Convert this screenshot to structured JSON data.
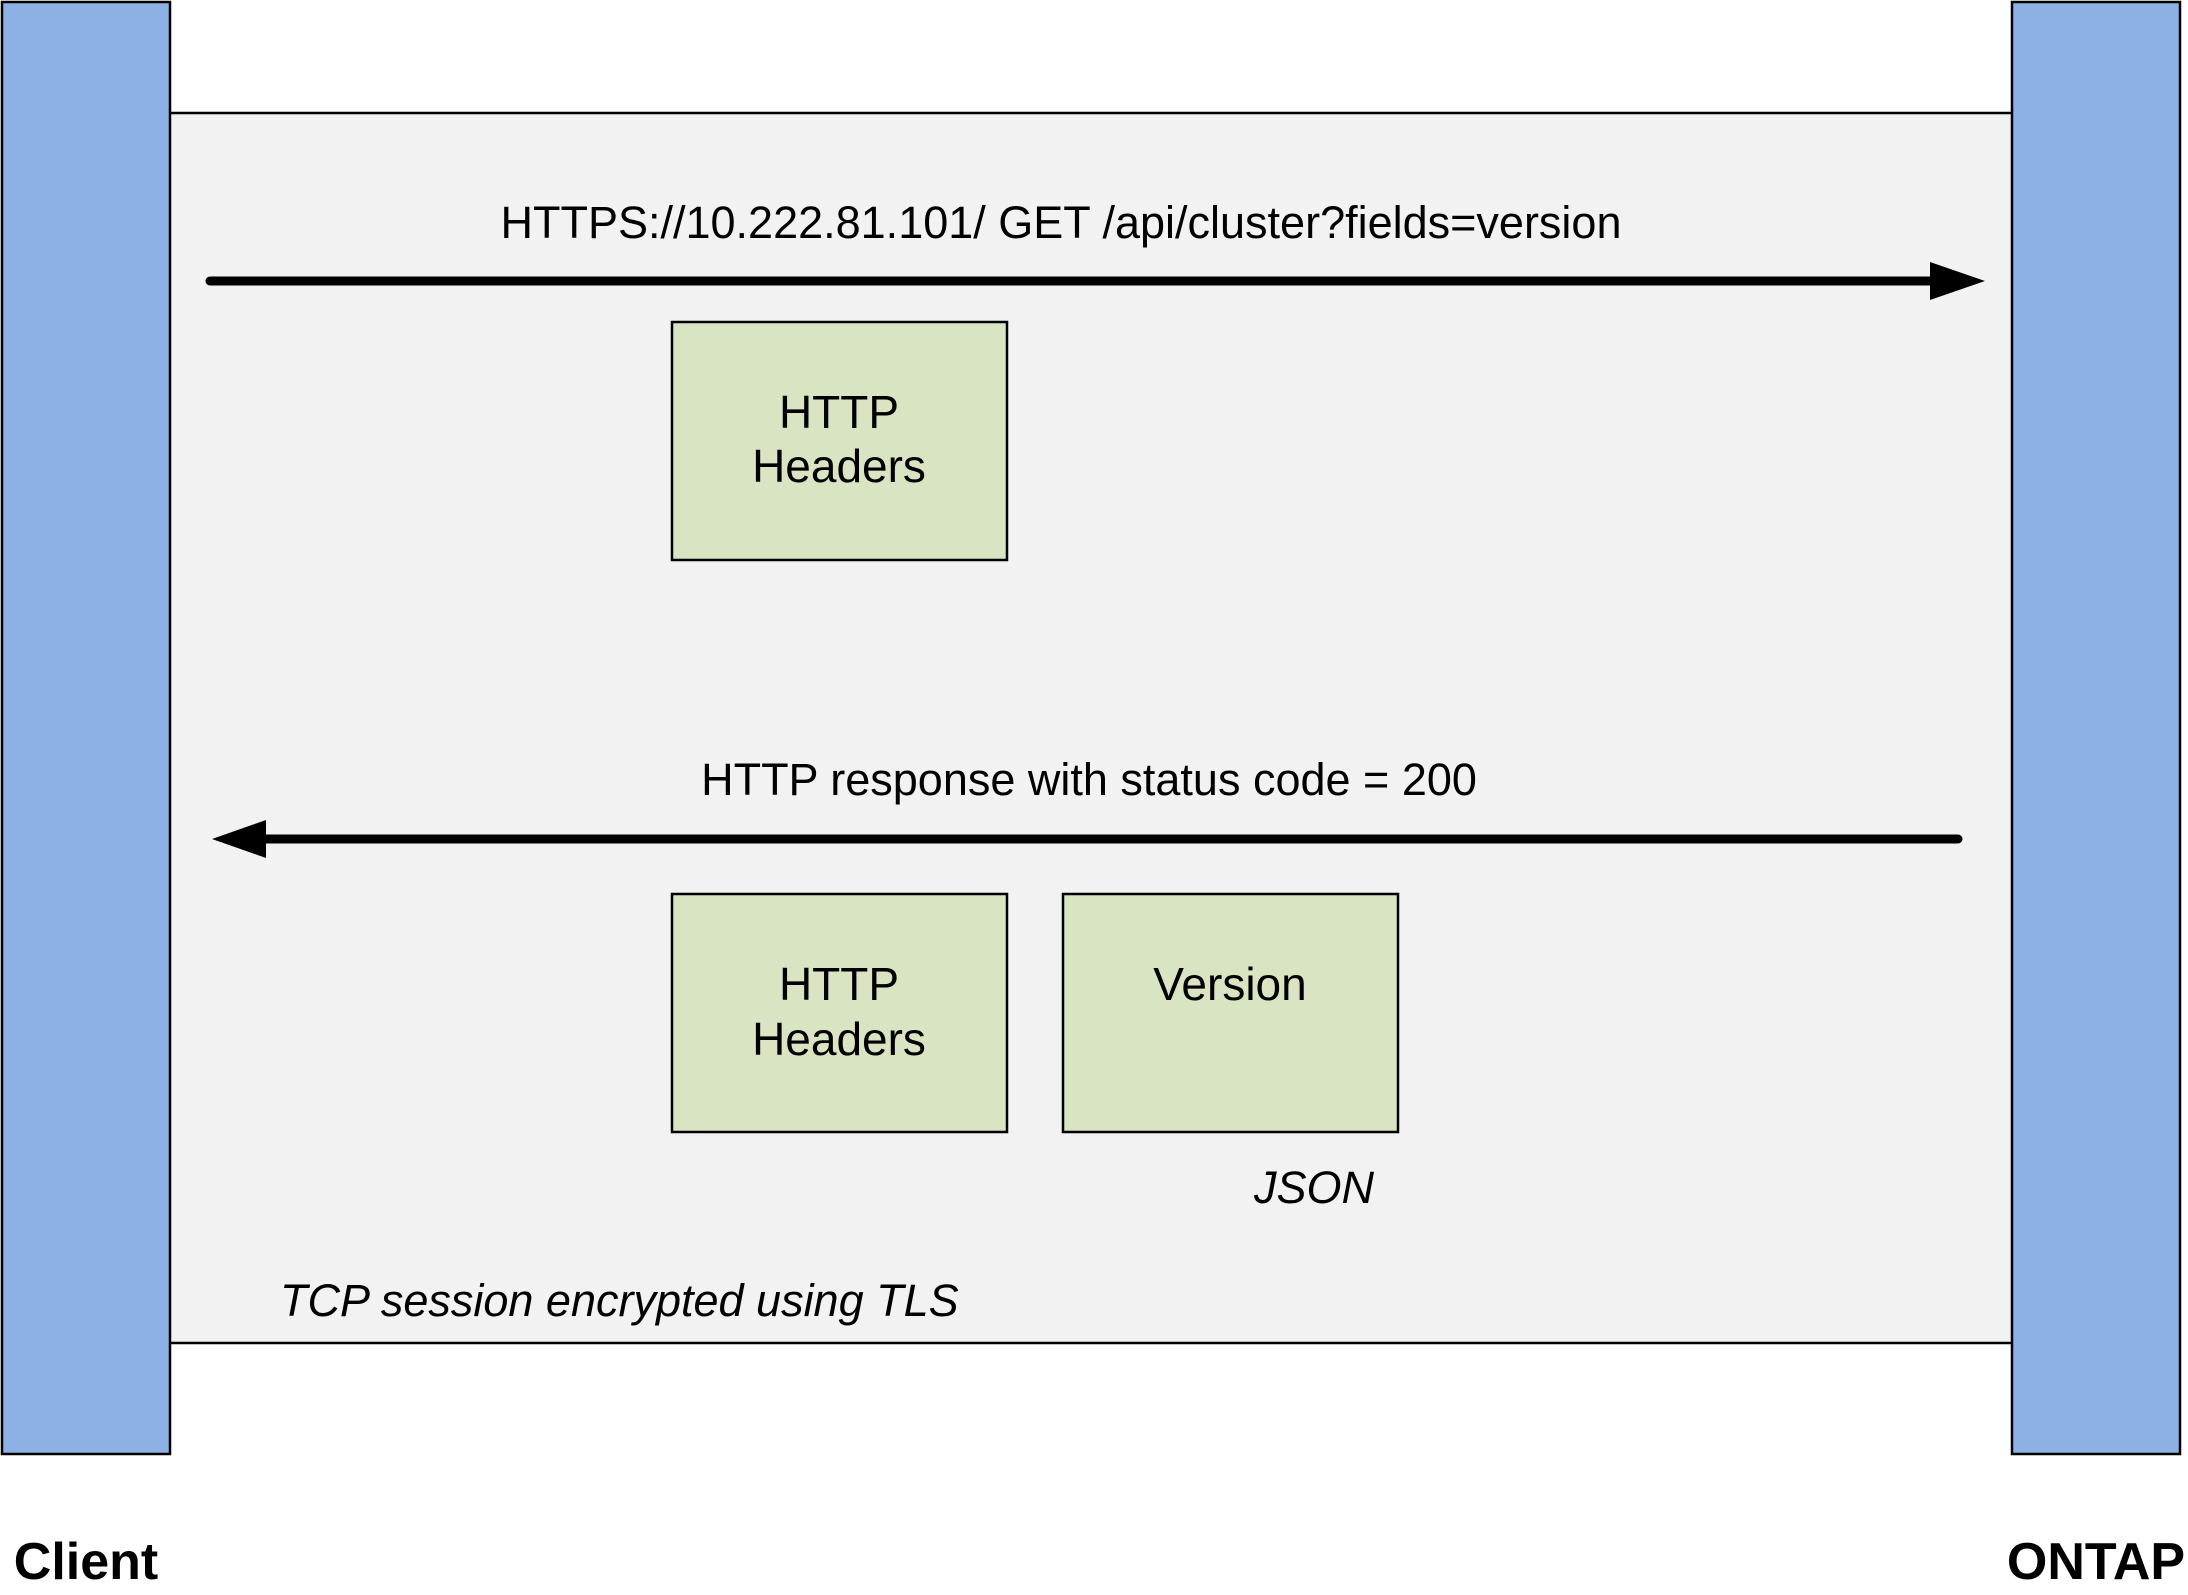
{
  "actors": {
    "client": "Client",
    "server": "ONTAP"
  },
  "request": {
    "label": "HTTPS://10.222.81.101/   GET /api/cluster?fields=version",
    "headers_box": [
      "HTTP",
      "Headers"
    ]
  },
  "response": {
    "label": "HTTP response with status code = 200",
    "headers_box": [
      "HTTP",
      "Headers"
    ],
    "body_box": "Version",
    "body_format": "JSON"
  },
  "session_note": "TCP session encrypted using TLS",
  "colors": {
    "lifeline_fill": "#8EB1E5",
    "session_fill": "#F2F2F2",
    "box_fill": "#D8E4C2",
    "stroke": "#000000"
  }
}
